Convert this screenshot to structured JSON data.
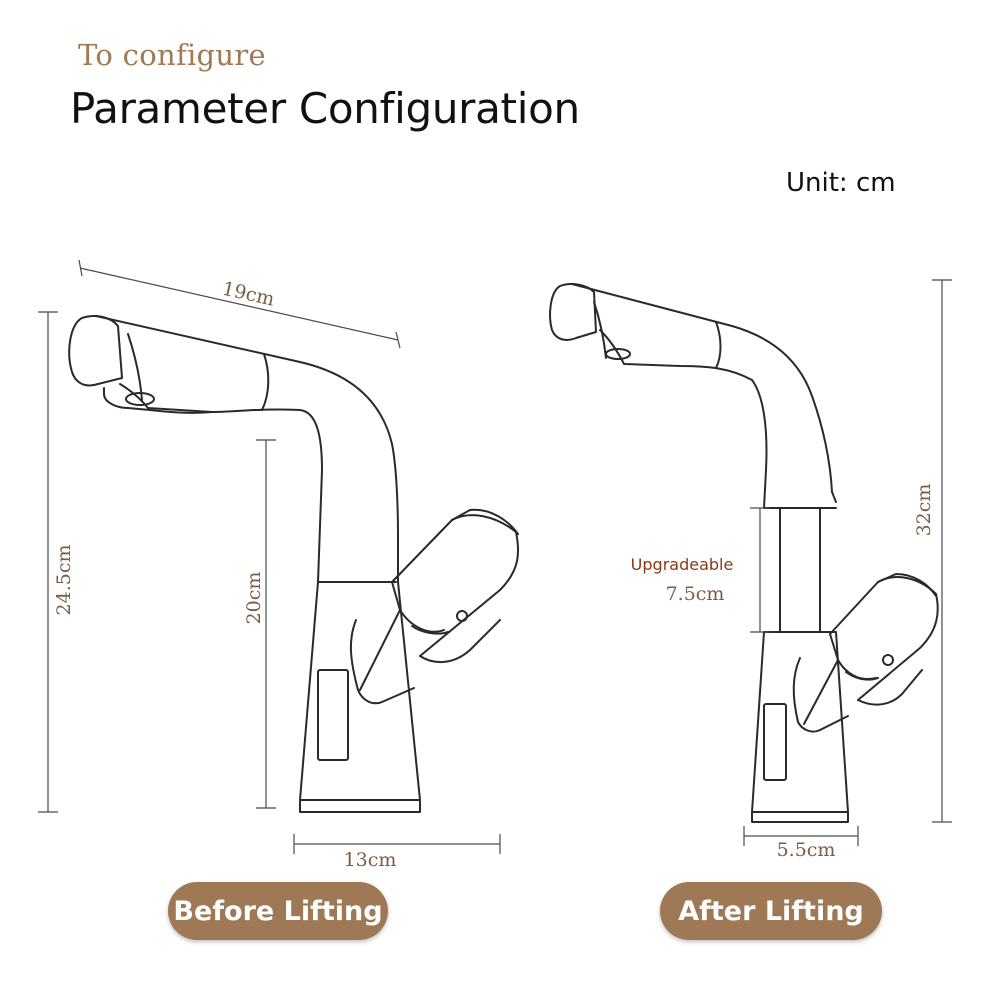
{
  "header": {
    "subtitle": "To configure",
    "title": "Parameter Configuration",
    "unit": "Unit: cm"
  },
  "before": {
    "label": "Before Lifting",
    "spout_length": "19cm",
    "total_height": "24.5cm",
    "spout_height": "20cm",
    "base_width": "13cm"
  },
  "after": {
    "label": "After Lifting",
    "upgrade_label": "Upgradeable",
    "lift_height": "7.5cm",
    "total_height": "32cm",
    "base_width": "5.5cm"
  },
  "colors": {
    "accent": "#9f7956",
    "subtitle": "#a07a55",
    "dimension_text": "#7a5d45",
    "upgrade_text": "#8a3a12",
    "line": "#2a2a2a"
  }
}
